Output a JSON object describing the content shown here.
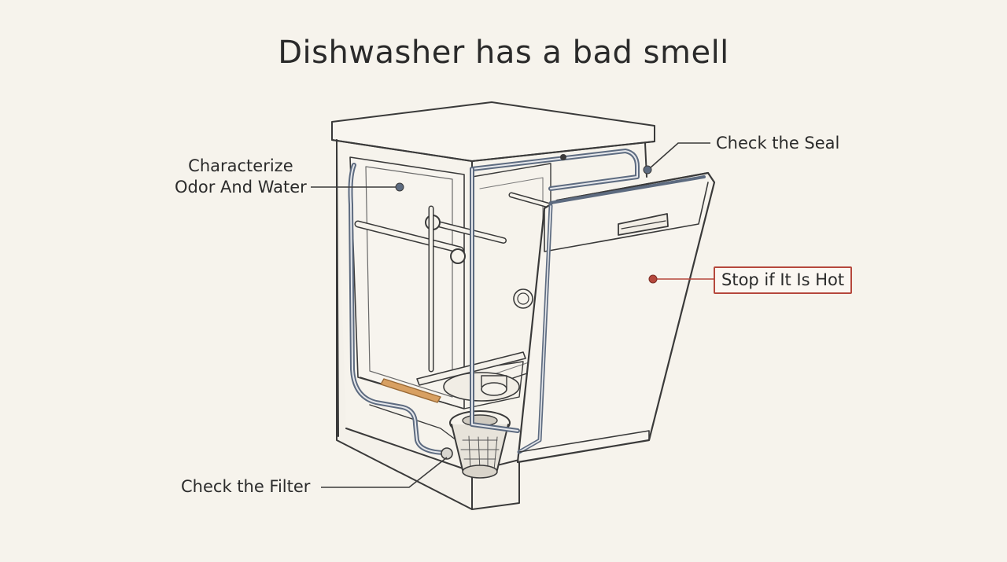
{
  "title": "Dishwasher has a bad smell",
  "callouts": {
    "odor": {
      "line1": "Characterize",
      "line2": "Odor And Water"
    },
    "seal": {
      "text": "Check the Seal"
    },
    "hot": {
      "text": "Stop if It Is Hot"
    },
    "filter": {
      "text": "Check the Filter"
    }
  },
  "colors": {
    "stroke": "#3a3a3a",
    "gasket": "#5d6b80",
    "warning": "#b5473c",
    "residue": "#d8a062",
    "background": "#f6f3ec"
  }
}
